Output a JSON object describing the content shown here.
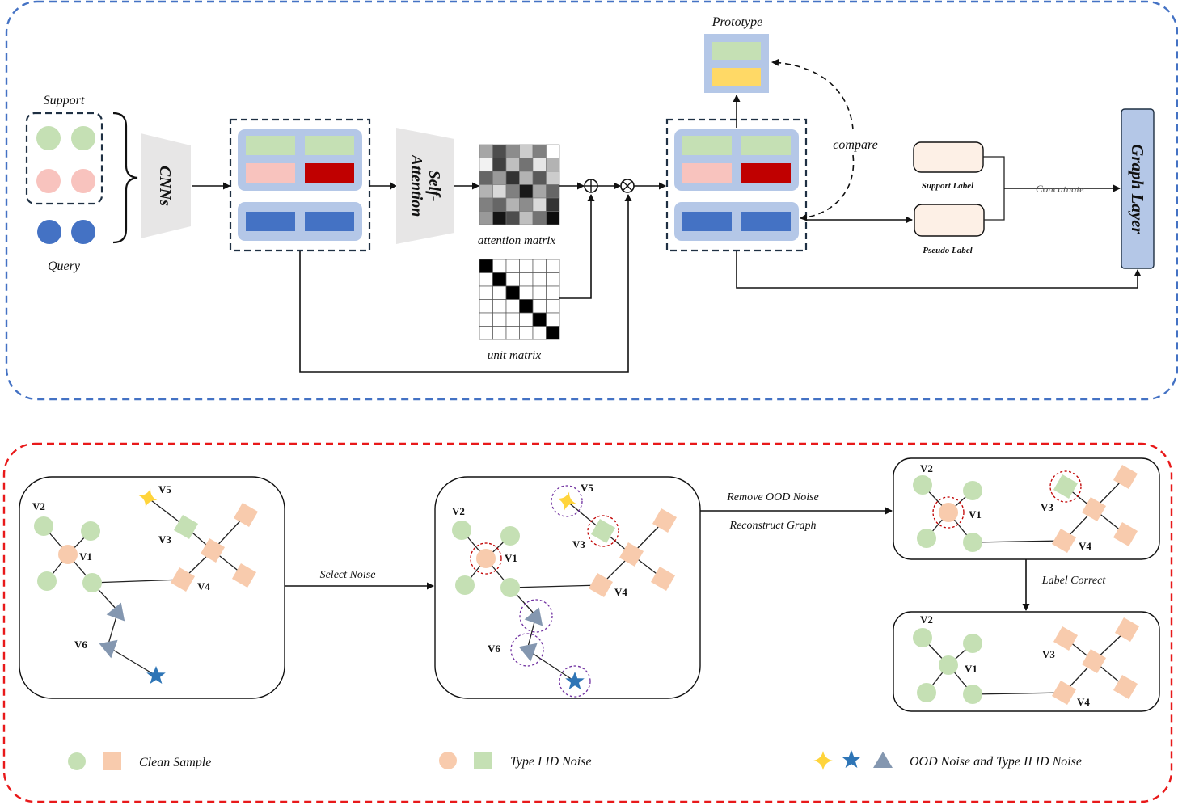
{
  "colors": {
    "blue_border": "#4472C4",
    "red_border": "#E8191A",
    "panel_fill": "#B4C7E7",
    "green": "#C5E0B4",
    "pink": "#F8C3BE",
    "dark_red": "#C00000",
    "blue": "#4472C4",
    "yellow": "#FFD966",
    "graph_layer_fill": "#B4C7E7",
    "orange": "#F8CBAD",
    "gray_tri": "#8497B0",
    "star_blue": "#2E75B6",
    "star_yellow": "#FFD43B",
    "label_box": "#FDF0E6"
  },
  "top": {
    "support_label": "Support",
    "query_label": "Query",
    "cnn_label": "CNNs",
    "self_attention_label_1": "Self-",
    "self_attention_label_2": "Attention",
    "attention_matrix_label": "attention matrix",
    "unit_matrix_label": "unit matrix",
    "prototype_label": "Prototype",
    "compare_label": "compare",
    "support_label_box": "Support Label",
    "pseudo_label_box": "Pseudo Label",
    "concatenate_label": "Concatnate",
    "graph_layer_label": "Graph Layer",
    "plus_symbol": "⊕",
    "times_symbol": "⊗",
    "attention_matrix_grays": [
      [
        0.35,
        0.7,
        0.45,
        0.2,
        0.5,
        0.0
      ],
      [
        0.05,
        0.75,
        0.25,
        0.55,
        0.1,
        0.3
      ],
      [
        0.6,
        0.4,
        0.8,
        0.3,
        0.65,
        0.2
      ],
      [
        0.3,
        0.15,
        0.5,
        0.9,
        0.35,
        0.6
      ],
      [
        0.5,
        0.6,
        0.3,
        0.45,
        0.15,
        0.8
      ],
      [
        0.4,
        0.92,
        0.7,
        0.25,
        0.55,
        0.95
      ]
    ]
  },
  "bottom": {
    "select_noise_label": "Select Noise",
    "remove_ood_label": "Remove OOD Noise",
    "reconstruct_label": "Reconstruct Graph",
    "label_correct_label": "Label Correct",
    "nodes": {
      "v1": "V1",
      "v2": "V2",
      "v3": "V3",
      "v4": "V4",
      "v5": "V5",
      "v6": "V6"
    },
    "legend": {
      "clean_sample": "Clean Sample",
      "type1_noise": "Type I ID Noise",
      "ood_noise": "OOD Noise and Type II ID Noise"
    }
  }
}
